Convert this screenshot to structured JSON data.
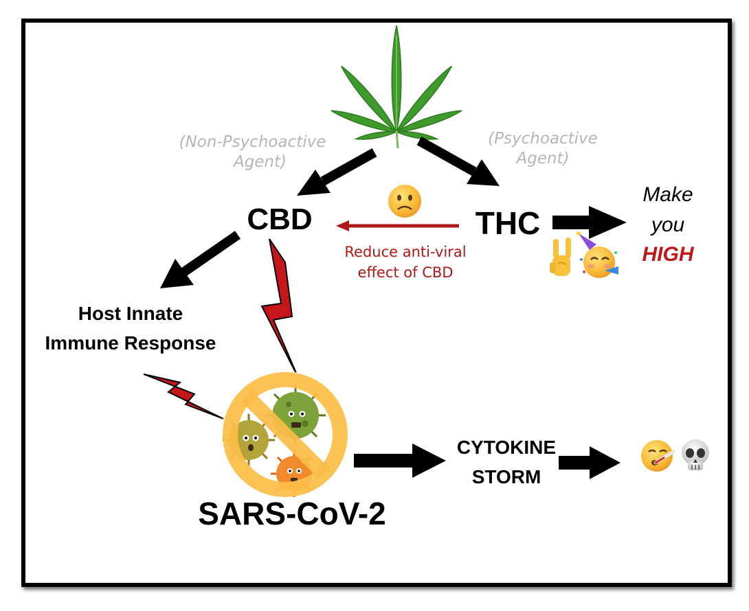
{
  "labels": {
    "non_psychoactive_line1": "(Non-Psychoactive",
    "non_psychoactive_line2": "Agent)",
    "psychoactive_line1": "(Psychoactive",
    "psychoactive_line2": "Agent)",
    "cbd": "CBD",
    "thc": "THC",
    "reduce_line1": "Reduce anti-viral",
    "reduce_line2": "effect of CBD",
    "make_line1": "Make",
    "make_line2": "you",
    "make_line3": "HIGH",
    "host_line1": "Host Innate",
    "host_line2": "Immune Response",
    "sars": "SARS-CoV-2",
    "cytokine_line1": "CYTOKINE",
    "cytokine_line2": "STORM"
  },
  "icons": [
    "cannabis-leaf-icon",
    "frowning-face-icon",
    "rock-on-hand-icon",
    "party-face-icon",
    "no-virus-sign-icon",
    "sick-face-icon",
    "skull-icon",
    "lightning-bolt-icon"
  ],
  "colors": {
    "arrow": "#000000",
    "inhibit_arrow": "#b01717",
    "lightning_fill": "#c7161b",
    "no_sign": "#fbbd47",
    "leaf": "#3f9a2c",
    "agent_text": "#b5b5b5",
    "high_text": "#c01818"
  }
}
